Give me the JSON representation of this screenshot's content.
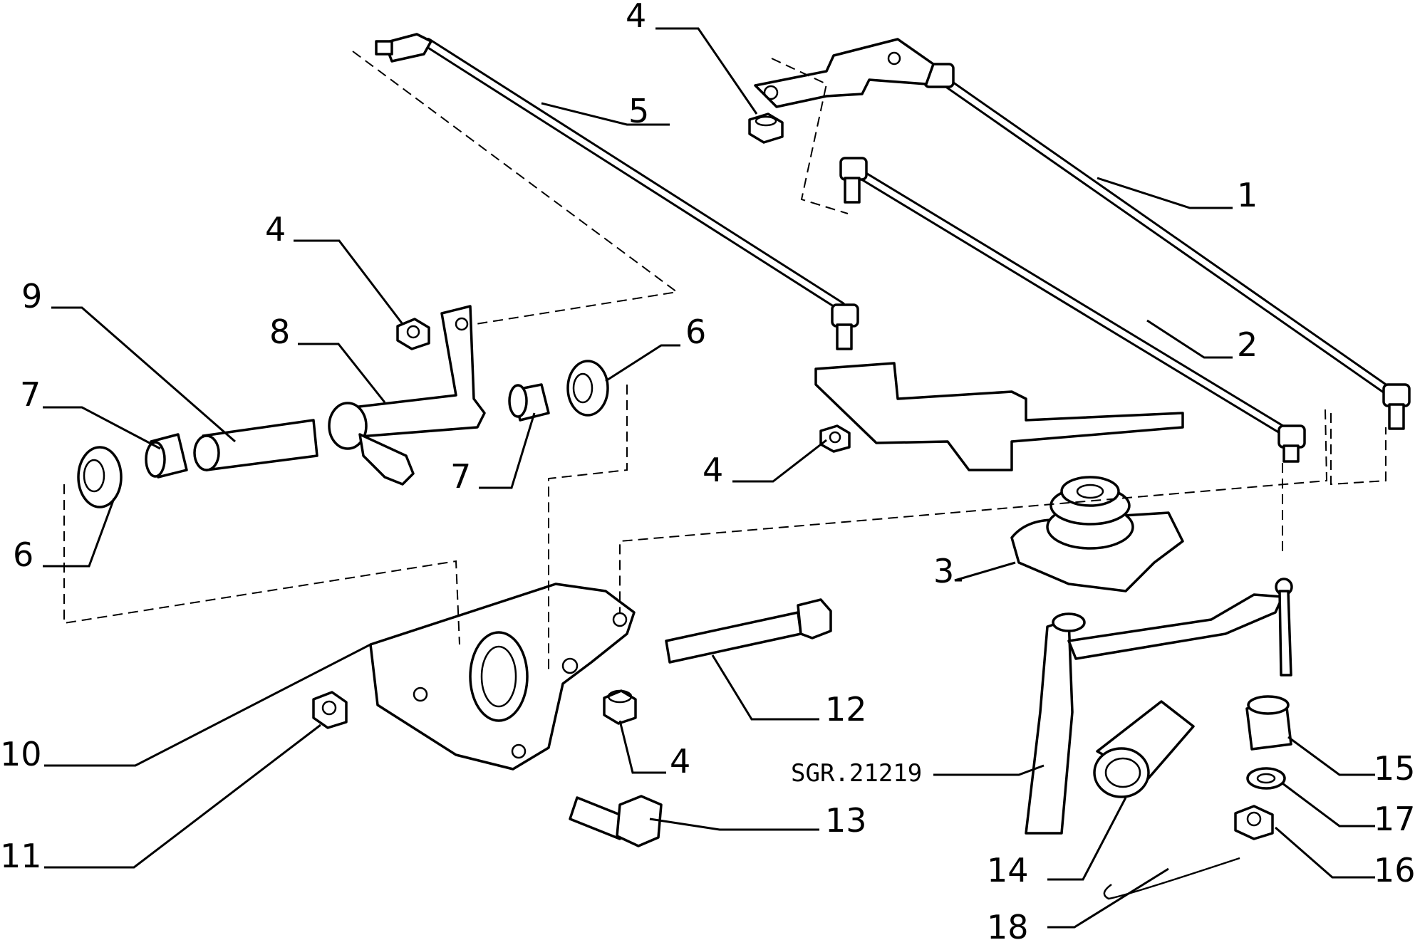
{
  "drawing": {
    "reference_code": "SGR.21219",
    "callouts": [
      {
        "id": "c1",
        "label": "1"
      },
      {
        "id": "c2",
        "label": "2"
      },
      {
        "id": "c3",
        "label": "3"
      },
      {
        "id": "c4a",
        "label": "4"
      },
      {
        "id": "c4b",
        "label": "4"
      },
      {
        "id": "c4c",
        "label": "4"
      },
      {
        "id": "c4d",
        "label": "4"
      },
      {
        "id": "c5",
        "label": "5"
      },
      {
        "id": "c6a",
        "label": "6"
      },
      {
        "id": "c6b",
        "label": "6"
      },
      {
        "id": "c7a",
        "label": "7"
      },
      {
        "id": "c7b",
        "label": "7"
      },
      {
        "id": "c8",
        "label": "8"
      },
      {
        "id": "c9",
        "label": "9"
      },
      {
        "id": "c10",
        "label": "10"
      },
      {
        "id": "c11",
        "label": "11"
      },
      {
        "id": "c12",
        "label": "12"
      },
      {
        "id": "c13",
        "label": "13"
      },
      {
        "id": "c14",
        "label": "14"
      },
      {
        "id": "c15",
        "label": "15"
      },
      {
        "id": "c16",
        "label": "16"
      },
      {
        "id": "c17",
        "label": "17"
      },
      {
        "id": "c18",
        "label": "18"
      }
    ]
  }
}
